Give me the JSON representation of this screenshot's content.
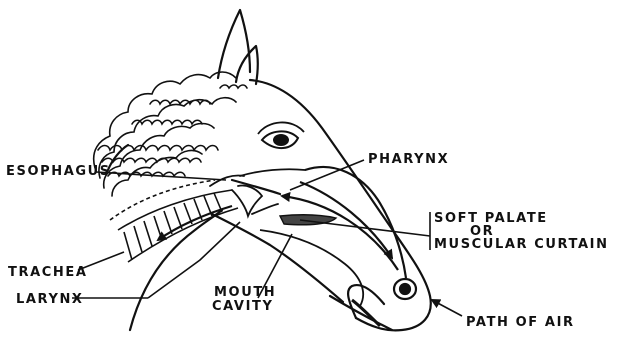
{
  "labels": {
    "pharynx": "PHARYNX",
    "esophagus": "ESOPHAGUS",
    "soft_palate_line1": "SOFT PALATE",
    "soft_palate_line2": "OR",
    "soft_palate_line3": "MUSCULAR CURTAIN",
    "trachea": "TRACHEA",
    "larynx": "LARYNX",
    "mouth_cavity_line1": "MOUTH",
    "mouth_cavity_line2": "CAVITY",
    "path_of_air": "PATH OF AIR"
  },
  "colors": {
    "ink": "#111111",
    "background": "#ffffff"
  }
}
